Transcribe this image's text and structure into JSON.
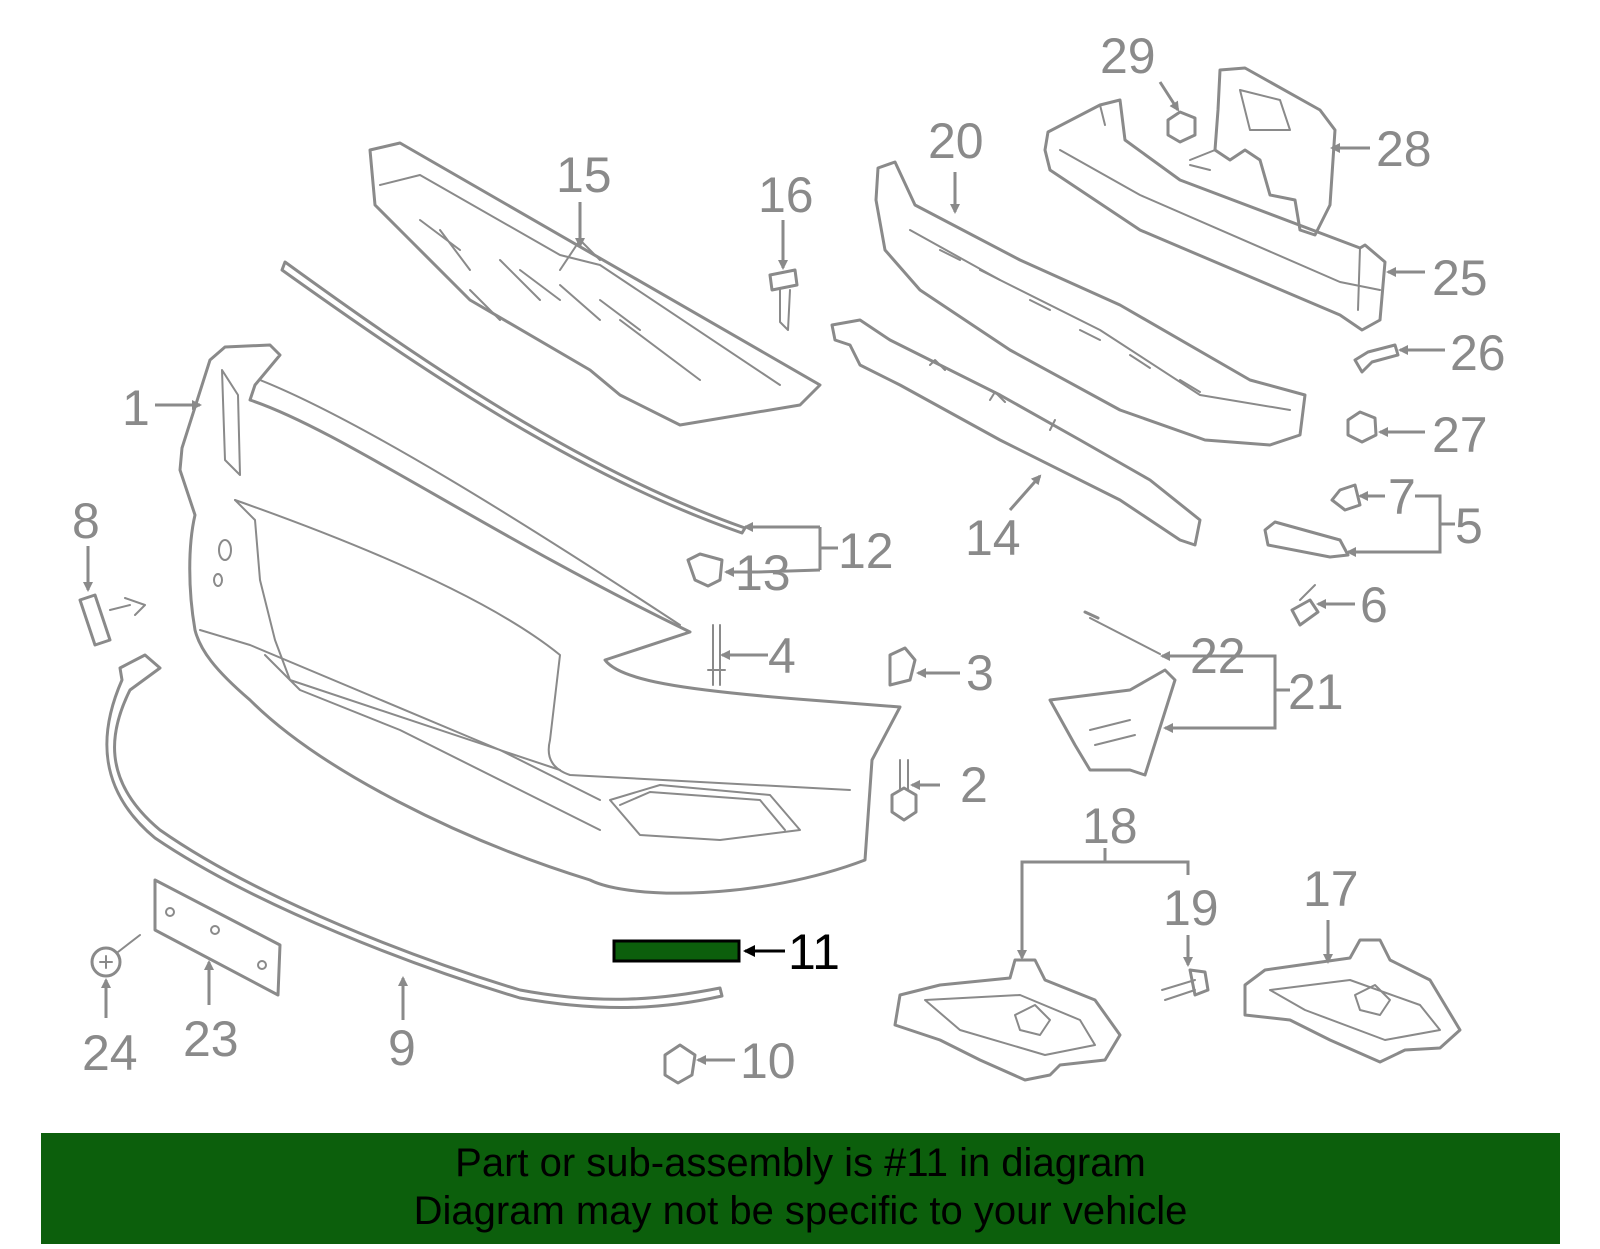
{
  "diagram": {
    "highlight_color": "#0c5f0c",
    "highlighted_part": "11",
    "callouts": {
      "c1": "1",
      "c2": "2",
      "c3": "3",
      "c4": "4",
      "c5": "5",
      "c6": "6",
      "c7": "7",
      "c8": "8",
      "c9": "9",
      "c10": "10",
      "c11": "11",
      "c12": "12",
      "c13": "13",
      "c14": "14",
      "c15": "15",
      "c16": "16",
      "c17": "17",
      "c18": "18",
      "c19": "19",
      "c20": "20",
      "c21": "21",
      "c22": "22",
      "c23": "23",
      "c24": "24",
      "c25": "25",
      "c26": "26",
      "c27": "27",
      "c28": "28",
      "c29": "29"
    }
  },
  "banner": {
    "line1": "Part or sub-assembly is #11 in diagram",
    "line2": "Diagram may not be specific to your vehicle"
  }
}
